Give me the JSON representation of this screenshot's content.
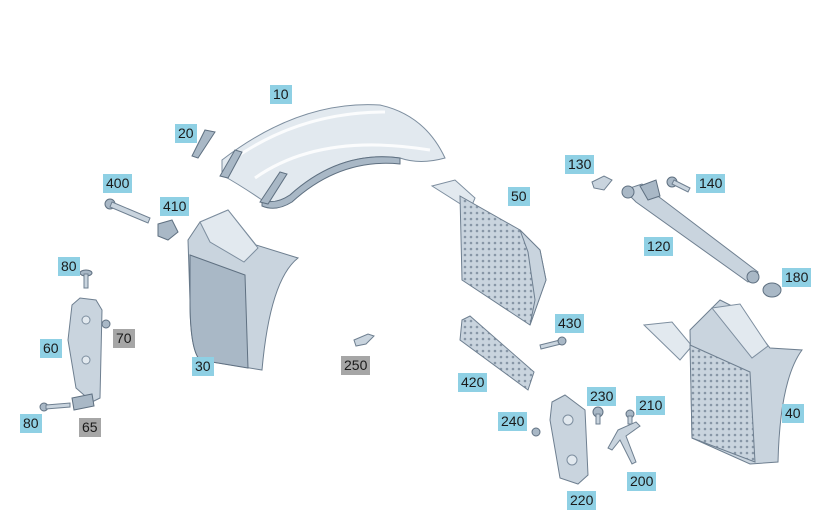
{
  "callouts": {
    "c10": "10",
    "c20": "20",
    "c30": "30",
    "c40": "40",
    "c50": "50",
    "c60": "60",
    "c65": "65",
    "c70": "70",
    "c80a": "80",
    "c80b": "80",
    "c120": "120",
    "c130": "130",
    "c140": "140",
    "c180": "180",
    "c200": "200",
    "c210": "210",
    "c220": "220",
    "c230": "230",
    "c240": "240",
    "c250": "250",
    "c400": "400",
    "c410": "410",
    "c420": "420",
    "c430": "430"
  },
  "colors": {
    "callout_blue": "#8fd0e4",
    "callout_gray": "#a6a6a6",
    "part_fill": "#c9d4de"
  }
}
